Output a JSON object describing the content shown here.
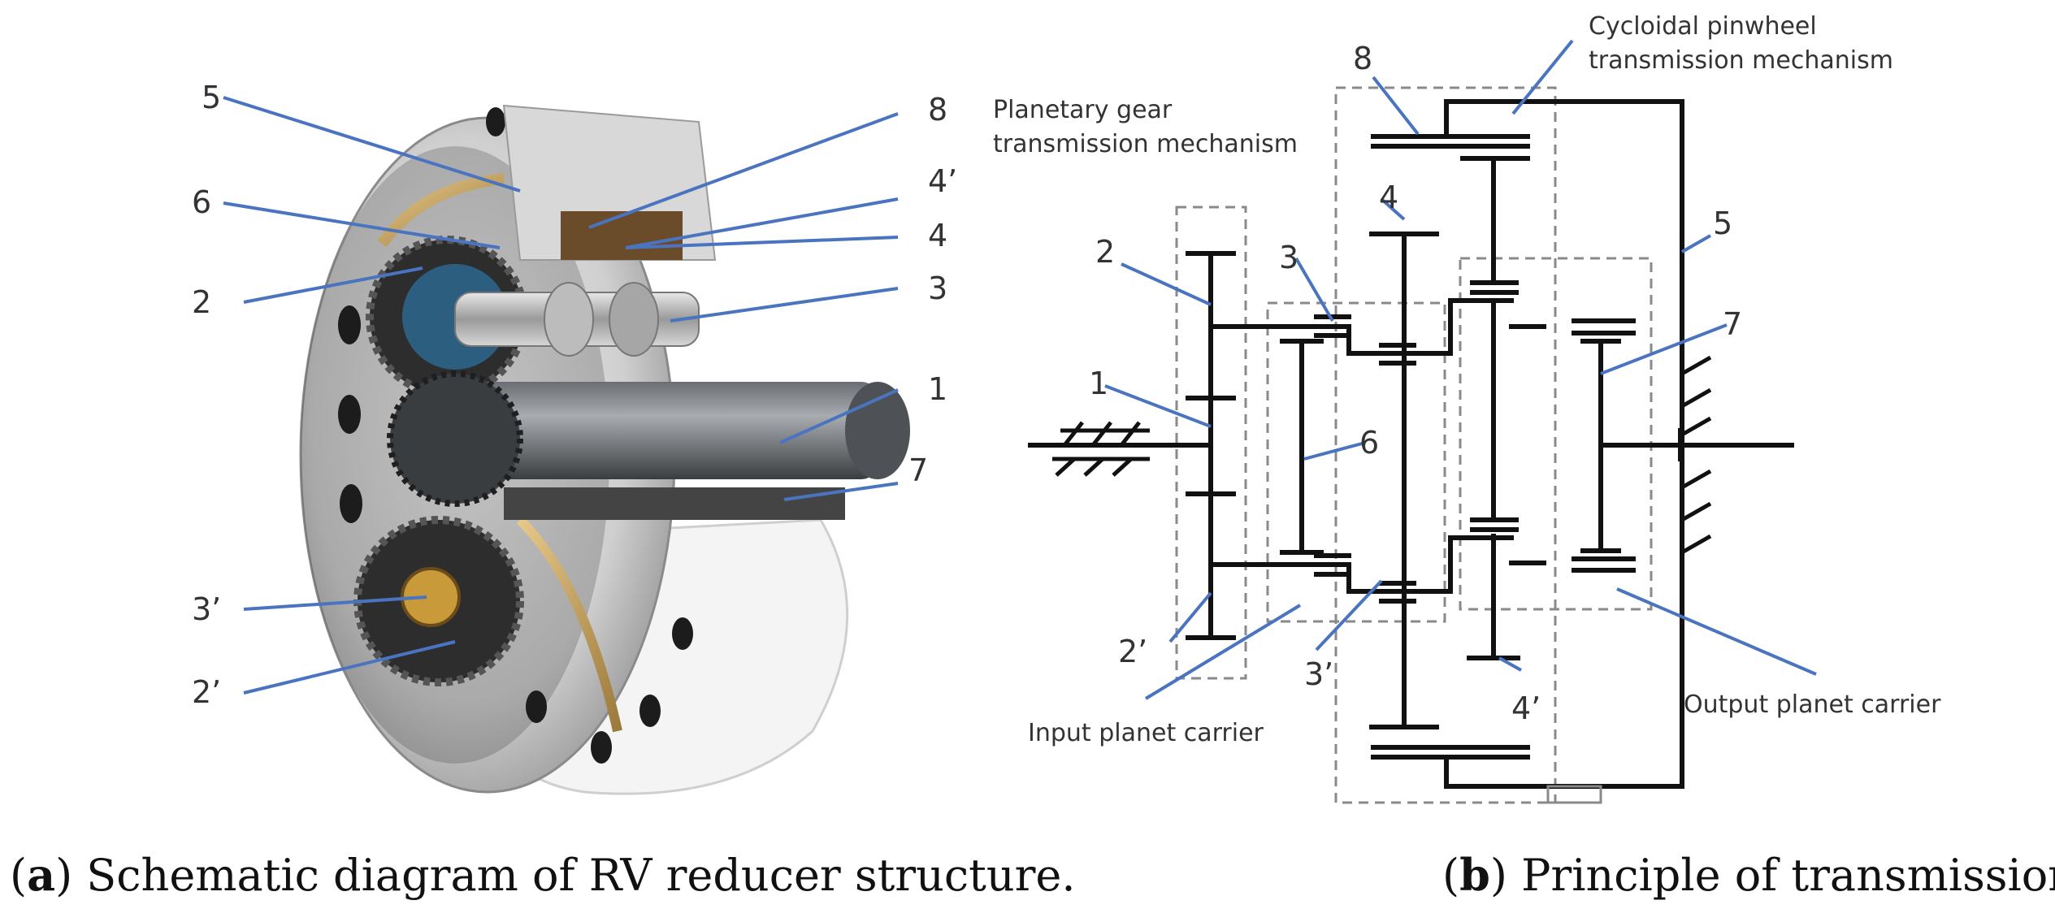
{
  "panel_a": {
    "labels": {
      "l5": "5",
      "l6": "6",
      "l2": "2",
      "l3p": "3’",
      "l2p": "2’",
      "l8": "8",
      "l4p": "4’",
      "l4": "4",
      "l3": "3",
      "l1": "1",
      "l7": "7"
    },
    "caption": {
      "letter": "a",
      "text": ") Schematic diagram of RV reducer structure.",
      "open": "("
    }
  },
  "panel_b": {
    "labels": {
      "n8": "8",
      "n4": "4",
      "n2": "2",
      "n3": "3",
      "n1": "1",
      "n6": "6",
      "n2p": "2’",
      "n3p": "3’",
      "n4p": "4’",
      "n5": "5",
      "n7": "7"
    },
    "texts": {
      "cycloidal_1": "Cycloidal pinwheel",
      "cycloidal_2": "transmission mechanism",
      "planetary_1": "Planetary gear",
      "planetary_2": "transmission mechanism",
      "input_carrier": "Input planet carrier",
      "output_carrier": "Output planet carrier"
    },
    "caption": {
      "letter": "b",
      "text": ") Principle of transmission.",
      "open": "("
    }
  },
  "colors": {
    "leader": "#4a74c0",
    "line": "#111111",
    "dashed": "#8a8a8a"
  }
}
